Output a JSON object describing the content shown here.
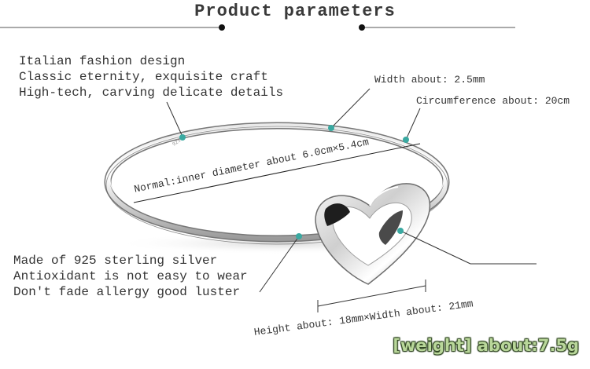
{
  "header": {
    "title": "Product parameters"
  },
  "features_top": [
    "Italian fashion design",
    "Classic eternity, exquisite craft",
    "High-tech, carving delicate details"
  ],
  "features_bottom": [
    "Made of 925 sterling silver",
    "Antioxidant is not easy to wear",
    "Don't fade allergy good luster"
  ],
  "specs": {
    "width": "Width about: 2.5mm",
    "circumference": "Circumference about: 20cm",
    "inner_diameter": "Normal:inner diameter about 6.0cm×5.4cm",
    "heart_size": "Height about: 18mm×Width about: 21mm",
    "weight": "[weight] about:7.5g"
  },
  "engraving": "925",
  "colors": {
    "marker_dot": "#3aa9a1",
    "leader_line": "#333333",
    "silver_dark": "#6e6e6e",
    "silver_light": "#f2f2f2",
    "weight_fill": "#b9d79a"
  }
}
